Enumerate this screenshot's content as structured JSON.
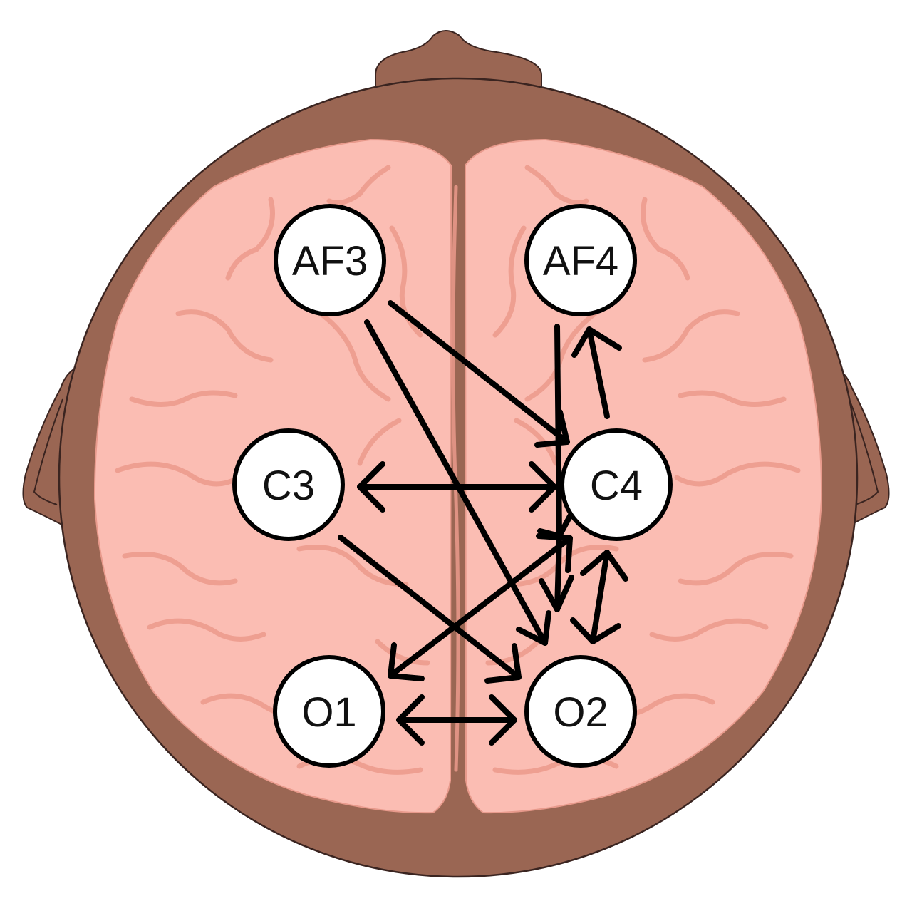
{
  "colors": {
    "head": "#9a6653",
    "head_outline": "#3a2420",
    "brain": "#fbbdb3",
    "sulci": "#ec9a8c",
    "node_fill": "#ffffff",
    "arrow": "#000000"
  },
  "electrodes": [
    {
      "id": "AF3",
      "label": "AF3"
    },
    {
      "id": "AF4",
      "label": "AF4"
    },
    {
      "id": "C3",
      "label": "C3"
    },
    {
      "id": "C4",
      "label": "C4"
    },
    {
      "id": "O1",
      "label": "O1"
    },
    {
      "id": "O2",
      "label": "O2"
    }
  ],
  "connections": [
    {
      "from": "AF3",
      "to": "C4",
      "type": "directed"
    },
    {
      "from": "AF3",
      "to": "O2",
      "type": "directed"
    },
    {
      "from": "C4",
      "to": "AF4",
      "type": "directed"
    },
    {
      "from": "AF4",
      "to": "C4",
      "type": "directed"
    },
    {
      "from": "AF4",
      "to": "O2",
      "type": "directed"
    },
    {
      "from": "C3",
      "to": "C4",
      "type": "bidirectional"
    },
    {
      "from": "C3",
      "to": "O2",
      "type": "directed"
    },
    {
      "from": "C4",
      "to": "O1",
      "type": "bidirectional"
    },
    {
      "from": "C4",
      "to": "O2",
      "type": "bidirectional"
    },
    {
      "from": "O1",
      "to": "O2",
      "type": "bidirectional"
    }
  ]
}
